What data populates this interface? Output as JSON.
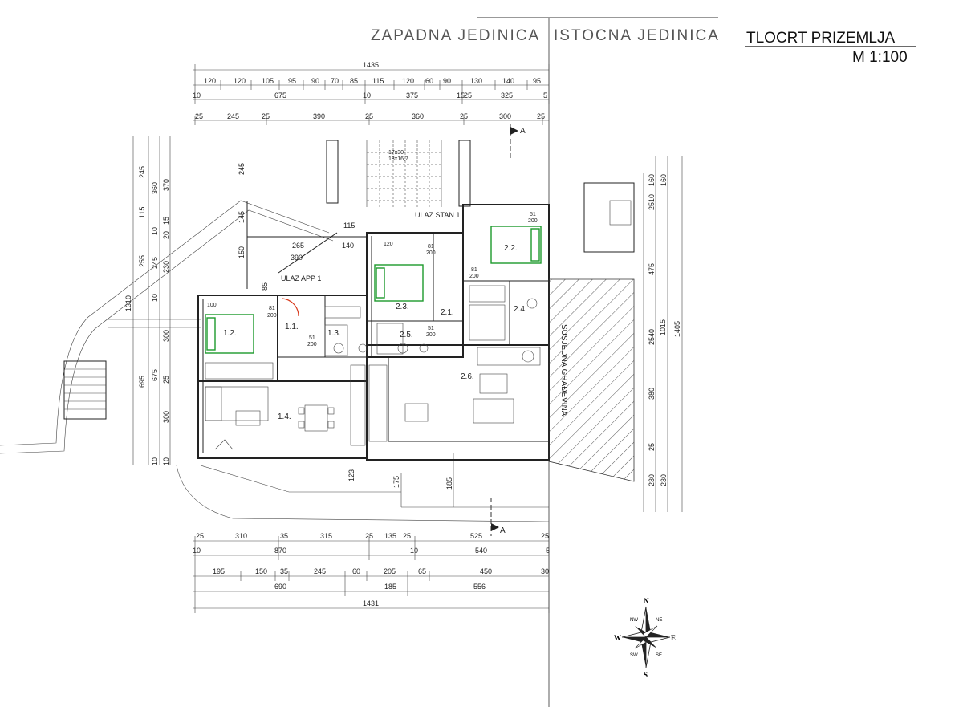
{
  "header": {
    "west_unit": "ZAPADNA JEDINICA",
    "east_unit": "ISTOCNA JEDINICA",
    "title": "TLOCRT PRIZEMLJA",
    "scale": "M 1:100"
  },
  "dimensions": {
    "top_total": "1435",
    "top_row1": [
      "120",
      "120",
      "105",
      "95",
      "90",
      "70",
      "85",
      "115",
      "120",
      "60",
      "90",
      "130",
      "140",
      "95"
    ],
    "top_row2": [
      "10",
      "675",
      "10",
      "375",
      "15",
      "25",
      "325",
      "5"
    ],
    "top_row3": [
      "25",
      "245",
      "25",
      "390",
      "25",
      "360",
      "25",
      "300",
      "25"
    ],
    "bottom_row1": [
      "25",
      "310",
      "35",
      "315",
      "25",
      "135",
      "25",
      "525",
      "25"
    ],
    "bottom_row2": [
      "10",
      "870",
      "10",
      "540",
      "5"
    ],
    "bottom_row3": [
      "195",
      "150",
      "35",
      "245",
      "60",
      "205",
      "65",
      "450",
      "30"
    ],
    "bottom_row4": [
      "690",
      "185",
      "556"
    ],
    "bottom_total": "1431",
    "left_outer": [
      "245",
      "115",
      "255",
      "1310",
      "695"
    ],
    "left_mid": [
      "360",
      "10",
      "245",
      "10",
      "20",
      "675",
      "300",
      "10"
    ],
    "left_inner": [
      "370",
      "15",
      "230",
      "300",
      "25",
      "10"
    ],
    "right_outer": [
      "160",
      "475",
      "1015",
      "1405",
      "380",
      "230"
    ],
    "right_inner": [
      "160",
      "2510",
      "2540",
      "25",
      "230"
    ],
    "interior": [
      "245",
      "145",
      "150",
      "85",
      "115",
      "265",
      "140",
      "390",
      "123",
      "175",
      "185"
    ]
  },
  "rooms": [
    {
      "id": "1.1.",
      "label": "1.1."
    },
    {
      "id": "1.2.",
      "label": "1.2."
    },
    {
      "id": "1.3.",
      "label": "1.3."
    },
    {
      "id": "1.4.",
      "label": "1.4."
    },
    {
      "id": "2.1.",
      "label": "2.1."
    },
    {
      "id": "2.2.",
      "label": "2.2."
    },
    {
      "id": "2.3.",
      "label": "2.3."
    },
    {
      "id": "2.4.",
      "label": "2.4."
    },
    {
      "id": "2.5.",
      "label": "2.5."
    },
    {
      "id": "2.6.",
      "label": "2.6."
    }
  ],
  "labels": {
    "entrance_app": "ULAZ APP 1",
    "entrance_stan": "ULAZ STAN 1",
    "neighbor": "SUSJEDNA GRAĐEVINA",
    "section_top": "A",
    "section_bottom": "A",
    "stair_note1": "17x30",
    "stair_note2": "18x16,7",
    "openings": [
      "100",
      "120",
      "81",
      "200",
      "81",
      "200",
      "81",
      "200",
      "51",
      "200",
      "51",
      "200",
      "51",
      "200"
    ]
  },
  "compass": {
    "N": "N",
    "S": "S",
    "E": "E",
    "W": "W",
    "NE": "NE",
    "NW": "NW",
    "SE": "SE",
    "SW": "SW"
  },
  "colors": {
    "ink": "#222222",
    "green": "#1d9a2c",
    "header": "#555555"
  }
}
